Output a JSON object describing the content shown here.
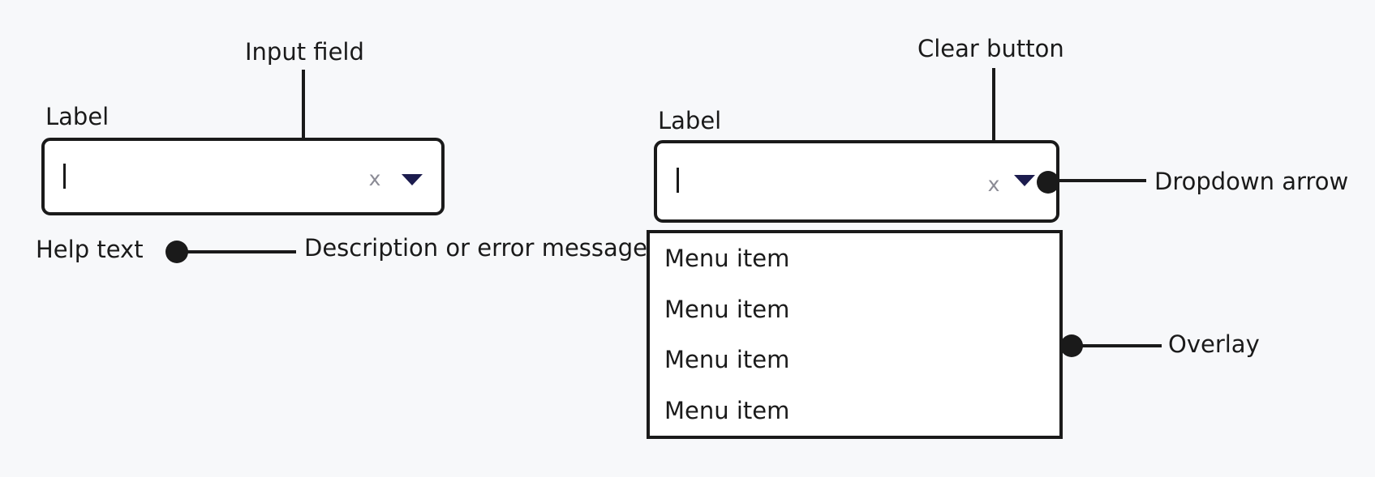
{
  "colors": {
    "background": "#f7f8fa",
    "ink": "#1a1a1a",
    "surface": "#ffffff",
    "dropdown_arrow_navy": "#1c1c4e",
    "clear_x_gray": "#8b8b95"
  },
  "annotations": {
    "input_field": "Input field",
    "help_description": "Description or error message",
    "clear_button": "Clear button",
    "dropdown_arrow": "Dropdown arrow",
    "overlay": "Overlay"
  },
  "left_combobox": {
    "label": "Label",
    "input_value": "",
    "clear_icon": "x",
    "help_text": "Help text"
  },
  "right_combobox": {
    "label": "Label",
    "input_value": "",
    "clear_icon": "x",
    "menu_items": [
      "Menu item",
      "Menu item",
      "Menu item",
      "Menu item"
    ]
  }
}
